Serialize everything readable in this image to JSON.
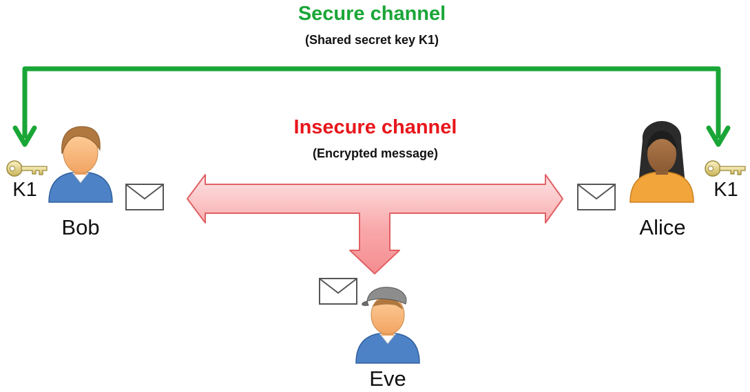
{
  "secure_channel": {
    "title": "Secure channel",
    "subtitle": "(Shared secret key K1)",
    "color": "#1aa637"
  },
  "insecure_channel": {
    "title": "Insecure channel",
    "subtitle": "(Encrypted message)",
    "color": "#e8161b",
    "arrow_fill": "#f9a4a6"
  },
  "people": {
    "bob": {
      "name": "Bob",
      "key_label": "K1",
      "shirt": "#4d82c6"
    },
    "alice": {
      "name": "Alice",
      "key_label": "K1",
      "shirt": "#f2a53b"
    },
    "eve": {
      "name": "Eve",
      "shirt": "#4d82c6"
    }
  },
  "icons": {
    "key": "key-icon",
    "envelope": "envelope-icon",
    "person": "person-icon"
  }
}
